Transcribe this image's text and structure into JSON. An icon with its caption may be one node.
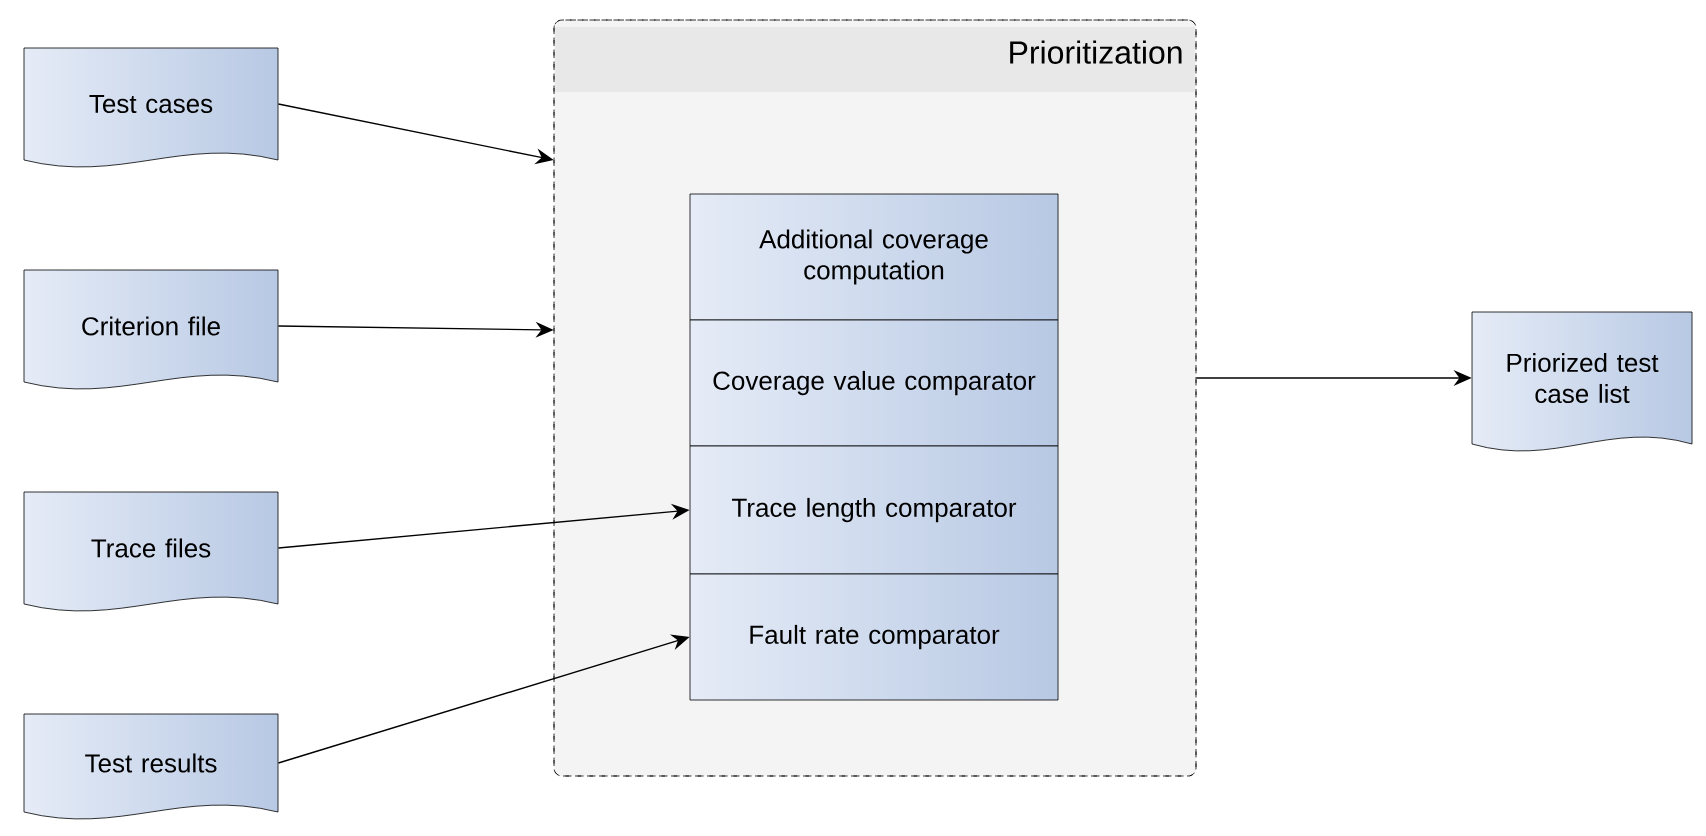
{
  "diagram": {
    "nodes": [
      {
        "text": [
          "Prioritization"
        ]
      },
      {
        "text": [
          "Additional coverage computation"
        ],
        "in": 0
      },
      {
        "text": [
          "Coverage value comparator"
        ],
        "in": 0
      },
      {
        "text": [
          "Trace length comparator"
        ],
        "in": 0
      },
      {
        "text": [
          "Fault rate comparator"
        ],
        "in": 0
      },
      {
        "text": [
          "Test cases"
        ]
      },
      {
        "text": [
          "Criterion file"
        ]
      },
      {
        "text": [
          "Trace files"
        ]
      },
      {
        "text": [
          "Test results"
        ]
      },
      {
        "text": [
          "Priorized test case list"
        ]
      }
    ],
    "edges": [
      {
        "from": 5,
        "to": 0,
        "arrow": "to"
      },
      {
        "from": 6,
        "to": 0,
        "arrow": "to"
      },
      {
        "from": 7,
        "to": 3,
        "arrow": "to"
      },
      {
        "from": 8,
        "to": 4,
        "arrow": "to"
      },
      {
        "from": 0,
        "to": 9,
        "arrow": "to"
      }
    ]
  }
}
